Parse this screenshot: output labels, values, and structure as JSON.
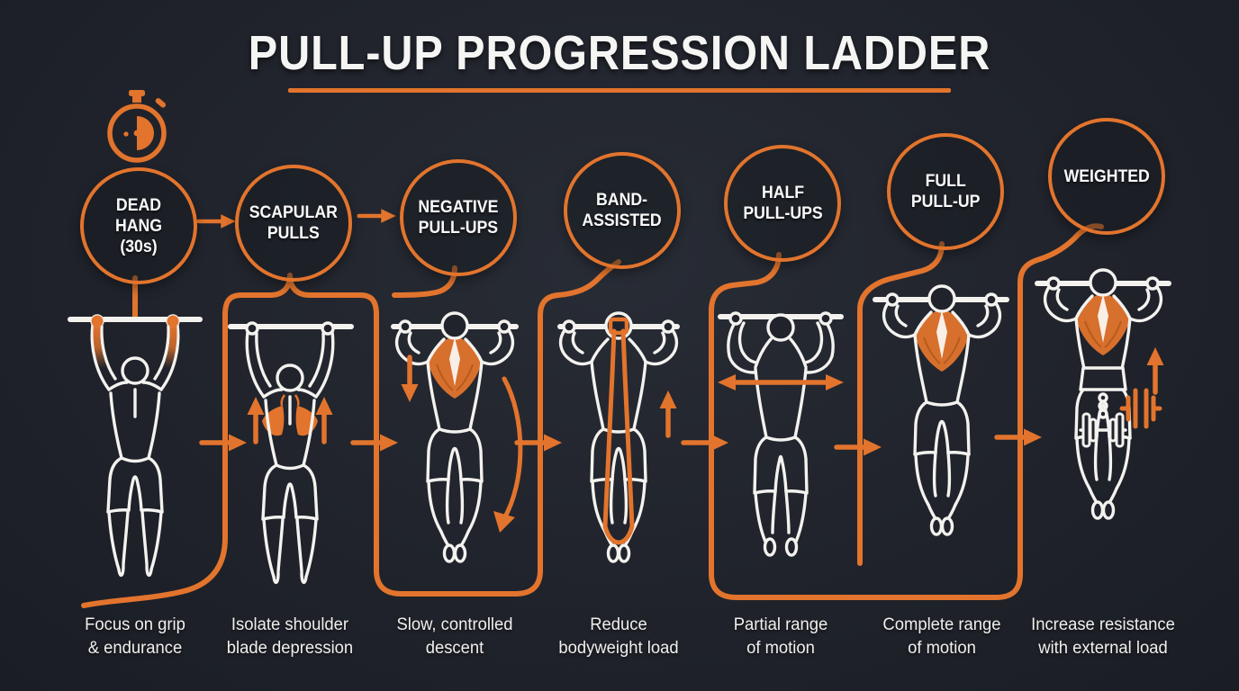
{
  "title": "PULL-UP PROGRESSION LADDER",
  "colors": {
    "background": "#20232B",
    "accent_orange": "#E2742D",
    "figure_white": "#F3F2EF",
    "text_white": "#F5F5F3"
  },
  "stages": [
    {
      "id": 1,
      "label": "DEAD HANG (30s)",
      "label_lines": [
        "DEAD",
        "HANG",
        "(30s)"
      ],
      "caption": "Focus on grip & endurance",
      "caption_lines": [
        "Focus on grip",
        "& endurance"
      ],
      "figure": "dead-hang"
    },
    {
      "id": 2,
      "label": "SCAPULAR PULLS",
      "label_lines": [
        "SCAPULAR",
        "PULLS"
      ],
      "caption": "Isolate shoulder blade depression",
      "caption_lines": [
        "Isolate shoulder",
        "blade depression"
      ],
      "figure": "scapular-pulls"
    },
    {
      "id": 3,
      "label": "NEGATIVE PULL-UPS",
      "label_lines": [
        "NEGATIVE",
        "PULL-UPS"
      ],
      "caption": "Slow, controlled descent",
      "caption_lines": [
        "Slow, controlled",
        "descent"
      ],
      "figure": "negative-pull-up"
    },
    {
      "id": 4,
      "label": "BAND-ASSISTED",
      "label_lines": [
        "BAND-",
        "ASSISTED"
      ],
      "caption": "Reduce bodyweight load",
      "caption_lines": [
        "Reduce",
        "bodyweight load"
      ],
      "figure": "band-assisted"
    },
    {
      "id": 5,
      "label": "HALF PULL-UPS",
      "label_lines": [
        "HALF",
        "PULL-UPS"
      ],
      "caption": "Partial range of motion",
      "caption_lines": [
        "Partial range",
        "of motion"
      ],
      "figure": "half-pull-up"
    },
    {
      "id": 6,
      "label": "FULL PULL-UP",
      "label_lines": [
        "FULL",
        "PULL-UP"
      ],
      "caption": "Complete range of motion",
      "caption_lines": [
        "Complete range",
        "of motion"
      ],
      "figure": "full-pull-up"
    },
    {
      "id": 7,
      "label": "WEIGHTED",
      "label_lines": [
        "WEIGHTED"
      ],
      "caption": "Increase resistance with external load",
      "caption_lines": [
        "Increase resistance",
        "with external load"
      ],
      "figure": "weighted"
    }
  ],
  "icons": {
    "timer": "stopwatch-icon",
    "flow": "arrow-right-icon",
    "scapular_cue": "arrow-up-icon",
    "negative_cue": "arrow-down-icon",
    "band_cue": "arrow-up-icon",
    "range_cue": "double-horizontal-arrow-icon",
    "weighted_cue": "arrow-up-icon",
    "load": "dumbbell-icon"
  }
}
